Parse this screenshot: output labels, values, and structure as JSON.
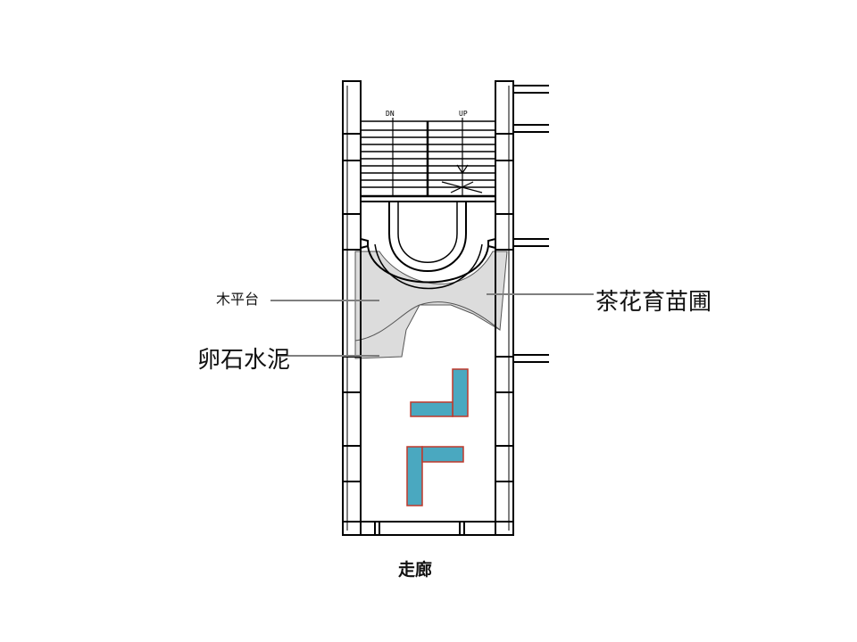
{
  "stair": {
    "down": "DN",
    "up": "UP"
  },
  "labels": {
    "wood_deck": "木平台",
    "pebble_concrete": "卵石水泥",
    "camellia_nursery": "茶花育苗圃",
    "corridor": "走廊"
  },
  "colors": {
    "shading": "#dcdcdc",
    "bench_fill": "#4aa8c0",
    "bench_edge": "#c0392b",
    "line": "#000000",
    "leader": "#7f7f7f"
  }
}
